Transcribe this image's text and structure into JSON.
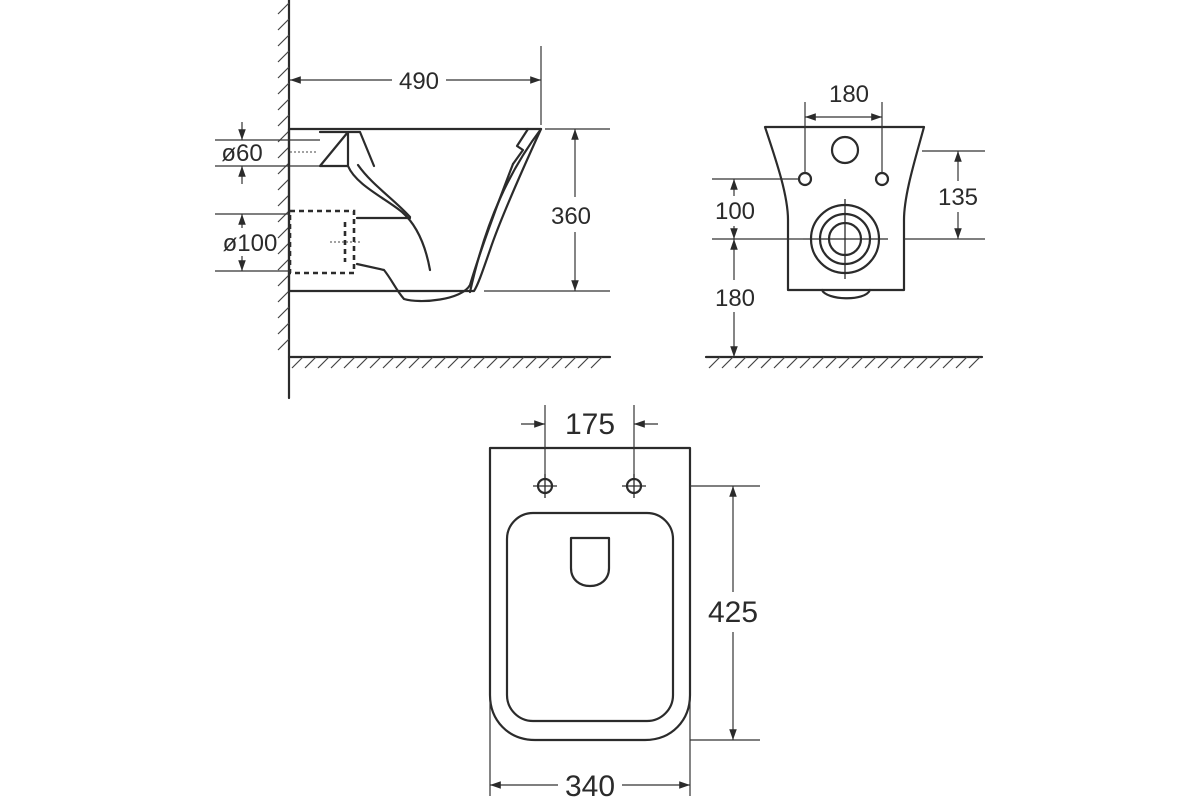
{
  "dimensions": {
    "side_depth": "490",
    "side_height": "360",
    "diameter_60": "ø60",
    "diameter_100": "ø100",
    "front_bolt_spacing": "180",
    "front_100": "100",
    "front_135": "135",
    "front_180": "180",
    "top_bolt_spacing": "175",
    "top_length": "425",
    "top_width": "340"
  },
  "colors": {
    "line": "#2b2b2b",
    "background": "#ffffff"
  }
}
